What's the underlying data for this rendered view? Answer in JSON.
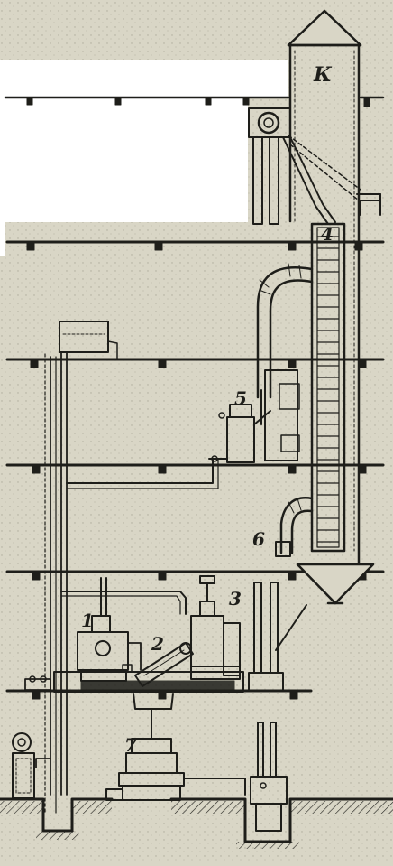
{
  "diagram": {
    "tower_label": "К",
    "callouts": [
      {
        "id": "c1",
        "text": "1"
      },
      {
        "id": "c2",
        "text": "2"
      },
      {
        "id": "c3",
        "text": "3"
      },
      {
        "id": "c4",
        "text": "4"
      },
      {
        "id": "c5",
        "text": "5"
      },
      {
        "id": "c6",
        "text": "6"
      },
      {
        "id": "c7",
        "text": "7"
      }
    ],
    "colors": {
      "ink": "#1e1e1a",
      "paper": "#d9d6c6",
      "blank": "#ffffff"
    }
  }
}
